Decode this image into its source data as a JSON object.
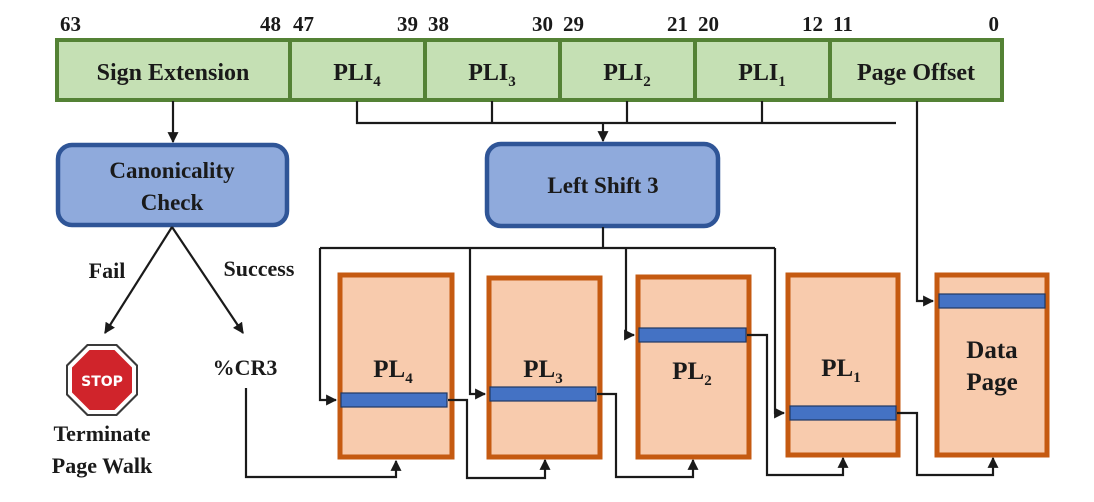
{
  "title": "4-level page walk address translation",
  "address_fields": [
    {
      "id": "sign-extension",
      "label": "Sign Extension",
      "sub": "",
      "bit_high": "63",
      "bit_low": "48"
    },
    {
      "id": "pli4",
      "label": "PLI",
      "sub": "4",
      "bit_high": "47",
      "bit_low": "39"
    },
    {
      "id": "pli3",
      "label": "PLI",
      "sub": "3",
      "bit_high": "38",
      "bit_low": "30"
    },
    {
      "id": "pli2",
      "label": "PLI",
      "sub": "2",
      "bit_high": "29",
      "bit_low": "21"
    },
    {
      "id": "pli1",
      "label": "PLI",
      "sub": "1",
      "bit_high": "20",
      "bit_low": "12"
    },
    {
      "id": "page-offset",
      "label": "Page Offset",
      "sub": "",
      "bit_high": "11",
      "bit_low": "0"
    }
  ],
  "canonicality": {
    "line1": "Canonicality",
    "line2": "Check"
  },
  "shift": {
    "label": "Left Shift 3"
  },
  "branches": {
    "fail": "Fail",
    "success": "Success"
  },
  "stop": {
    "sign_text": "STOP",
    "line1": "Terminate",
    "line2": "Page Walk"
  },
  "cr3": {
    "label": "%CR3"
  },
  "pages": [
    {
      "id": "pl4",
      "label": "PL",
      "sub": "4"
    },
    {
      "id": "pl3",
      "label": "PL",
      "sub": "3"
    },
    {
      "id": "pl2",
      "label": "PL",
      "sub": "2"
    },
    {
      "id": "pl1",
      "label": "PL",
      "sub": "1"
    },
    {
      "id": "data-page",
      "label_line1": "Data",
      "label_line2": "Page"
    }
  ],
  "colors": {
    "field_fill": "#c5e0b4",
    "field_border": "#548235",
    "process_fill": "#8faadc",
    "process_border": "#2f5597",
    "page_fill": "#f8cbad",
    "page_border": "#c55a11",
    "entry_fill": "#4472c4",
    "stop_red": "#d0242b"
  }
}
